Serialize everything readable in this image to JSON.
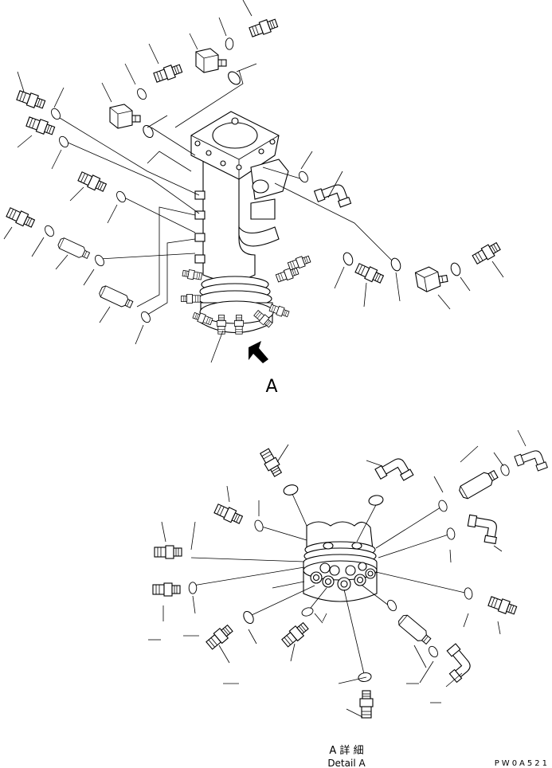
{
  "view_label": "A",
  "detail_caption_ja": "A 詳 細",
  "detail_caption_en": "Detail A",
  "drawing_code": "PW0A521",
  "colors": {
    "line": "#000000",
    "background": "#ffffff"
  }
}
